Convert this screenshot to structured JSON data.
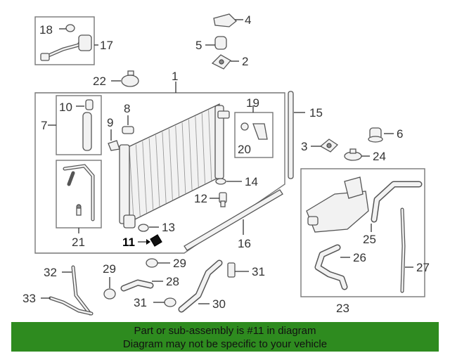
{
  "highlighted_part": "11",
  "callouts": {
    "c1": "1",
    "c2": "2",
    "c3": "3",
    "c4": "4",
    "c5": "5",
    "c6": "6",
    "c7": "7",
    "c8": "8",
    "c9": "9",
    "c10": "10",
    "c11": "11",
    "c12": "12",
    "c13": "13",
    "c14": "14",
    "c15": "15",
    "c16": "16",
    "c17": "17",
    "c18": "18",
    "c19": "19",
    "c20": "20",
    "c21": "21",
    "c22": "22",
    "c23": "23",
    "c24": "24",
    "c25": "25",
    "c26": "26",
    "c27": "27",
    "c28": "28",
    "c29a": "29",
    "c29b": "29",
    "c30": "30",
    "c31a": "31",
    "c31b": "31",
    "c32": "32",
    "c33": "33"
  },
  "banner": {
    "line1": "Part or sub-assembly is #11 in diagram",
    "line2": "Diagram may not be specific to your vehicle"
  },
  "colors": {
    "banner_bg": "#2e8b1f",
    "line": "#555555",
    "background": "#ffffff"
  }
}
